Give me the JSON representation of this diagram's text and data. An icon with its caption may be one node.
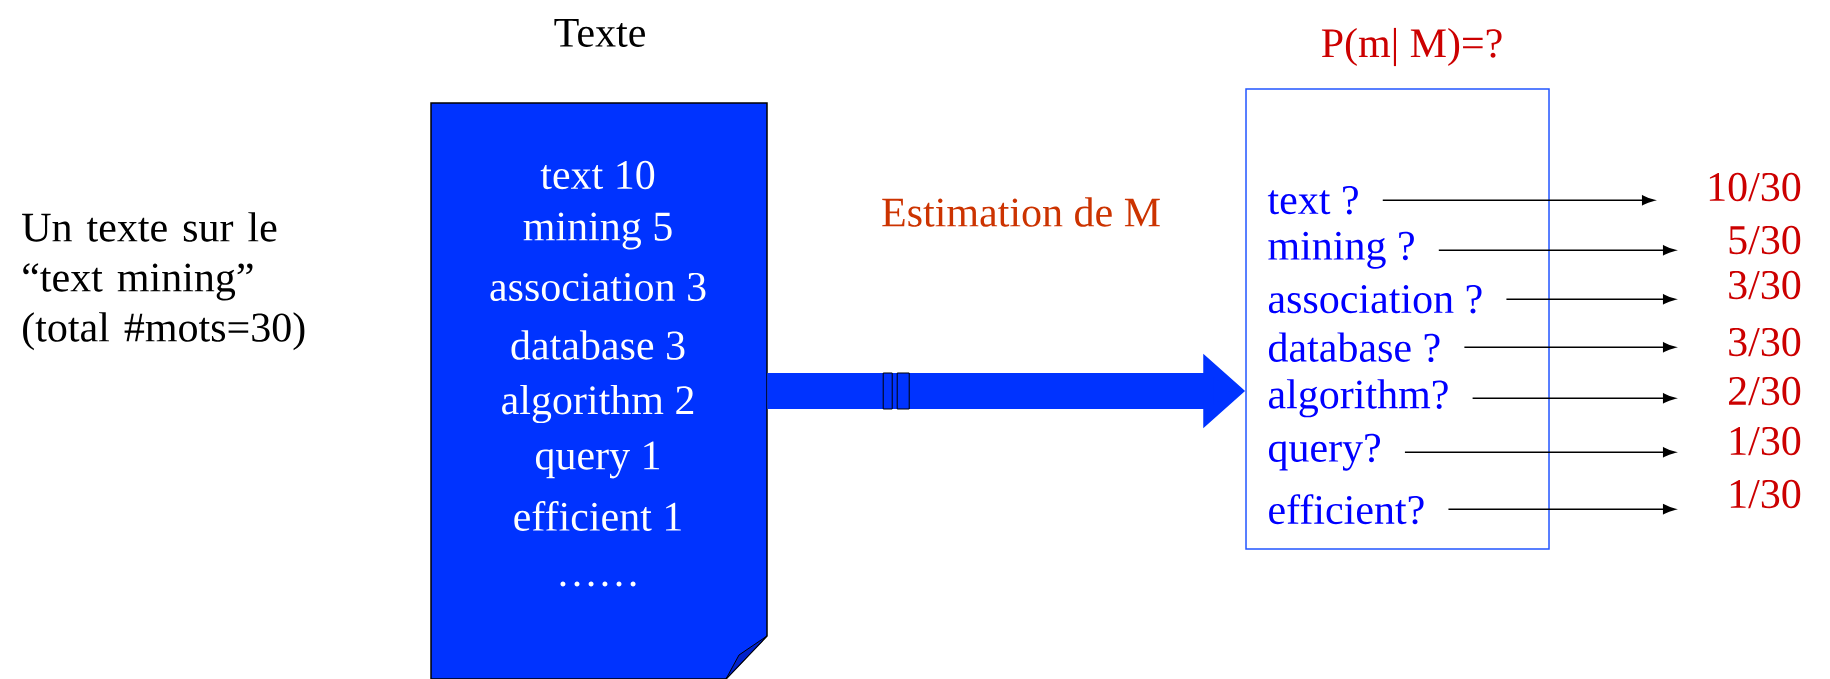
{
  "diagram": {
    "nodes": [
      {
        "text": [
          "Texte",
          "text 10",
          "mining 5",
          "association 3",
          "database 3",
          "algorithm 2",
          "query 1",
          "efficient 1",
          "……"
        ]
      },
      {
        "text": [
          "P(m| M)=?"
        ]
      },
      {
        "text": [
          "text ?"
        ],
        "in": 1
      },
      {
        "text": [
          "mining ?"
        ],
        "in": 1
      },
      {
        "text": [
          "association ?"
        ],
        "in": 1
      },
      {
        "text": [
          "database ?"
        ],
        "in": 1
      },
      {
        "text": [
          "algorithm?"
        ],
        "in": 1
      },
      {
        "text": [
          "query?"
        ],
        "in": 1
      },
      {
        "text": [
          "efficient?"
        ],
        "in": 1
      },
      {
        "text": [
          "10/30"
        ]
      },
      {
        "text": [
          "5/30"
        ]
      },
      {
        "text": [
          "3/30"
        ]
      },
      {
        "text": [
          "3/30"
        ]
      },
      {
        "text": [
          "2/30"
        ]
      },
      {
        "text": [
          "1/30"
        ]
      },
      {
        "text": [
          "1/30"
        ]
      }
    ],
    "edges": [
      {
        "from": 0,
        "to": 1,
        "arrow": "to",
        "label": "Estimation de M",
        "style": "thick",
        "color": "#0033ff"
      },
      {
        "from": 2,
        "to": 9,
        "arrow": "to"
      },
      {
        "from": 3,
        "to": 10,
        "arrow": "to"
      },
      {
        "from": 4,
        "to": 11,
        "arrow": "to"
      },
      {
        "from": 5,
        "to": 12,
        "arrow": "to"
      },
      {
        "from": 6,
        "to": 13,
        "arrow": "to"
      },
      {
        "from": 7,
        "to": 14,
        "arrow": "to"
      },
      {
        "from": 8,
        "to": 15,
        "arrow": "to"
      }
    ],
    "labels": [
      "Un texte sur le “text mining” (total #mots=30)"
    ]
  }
}
